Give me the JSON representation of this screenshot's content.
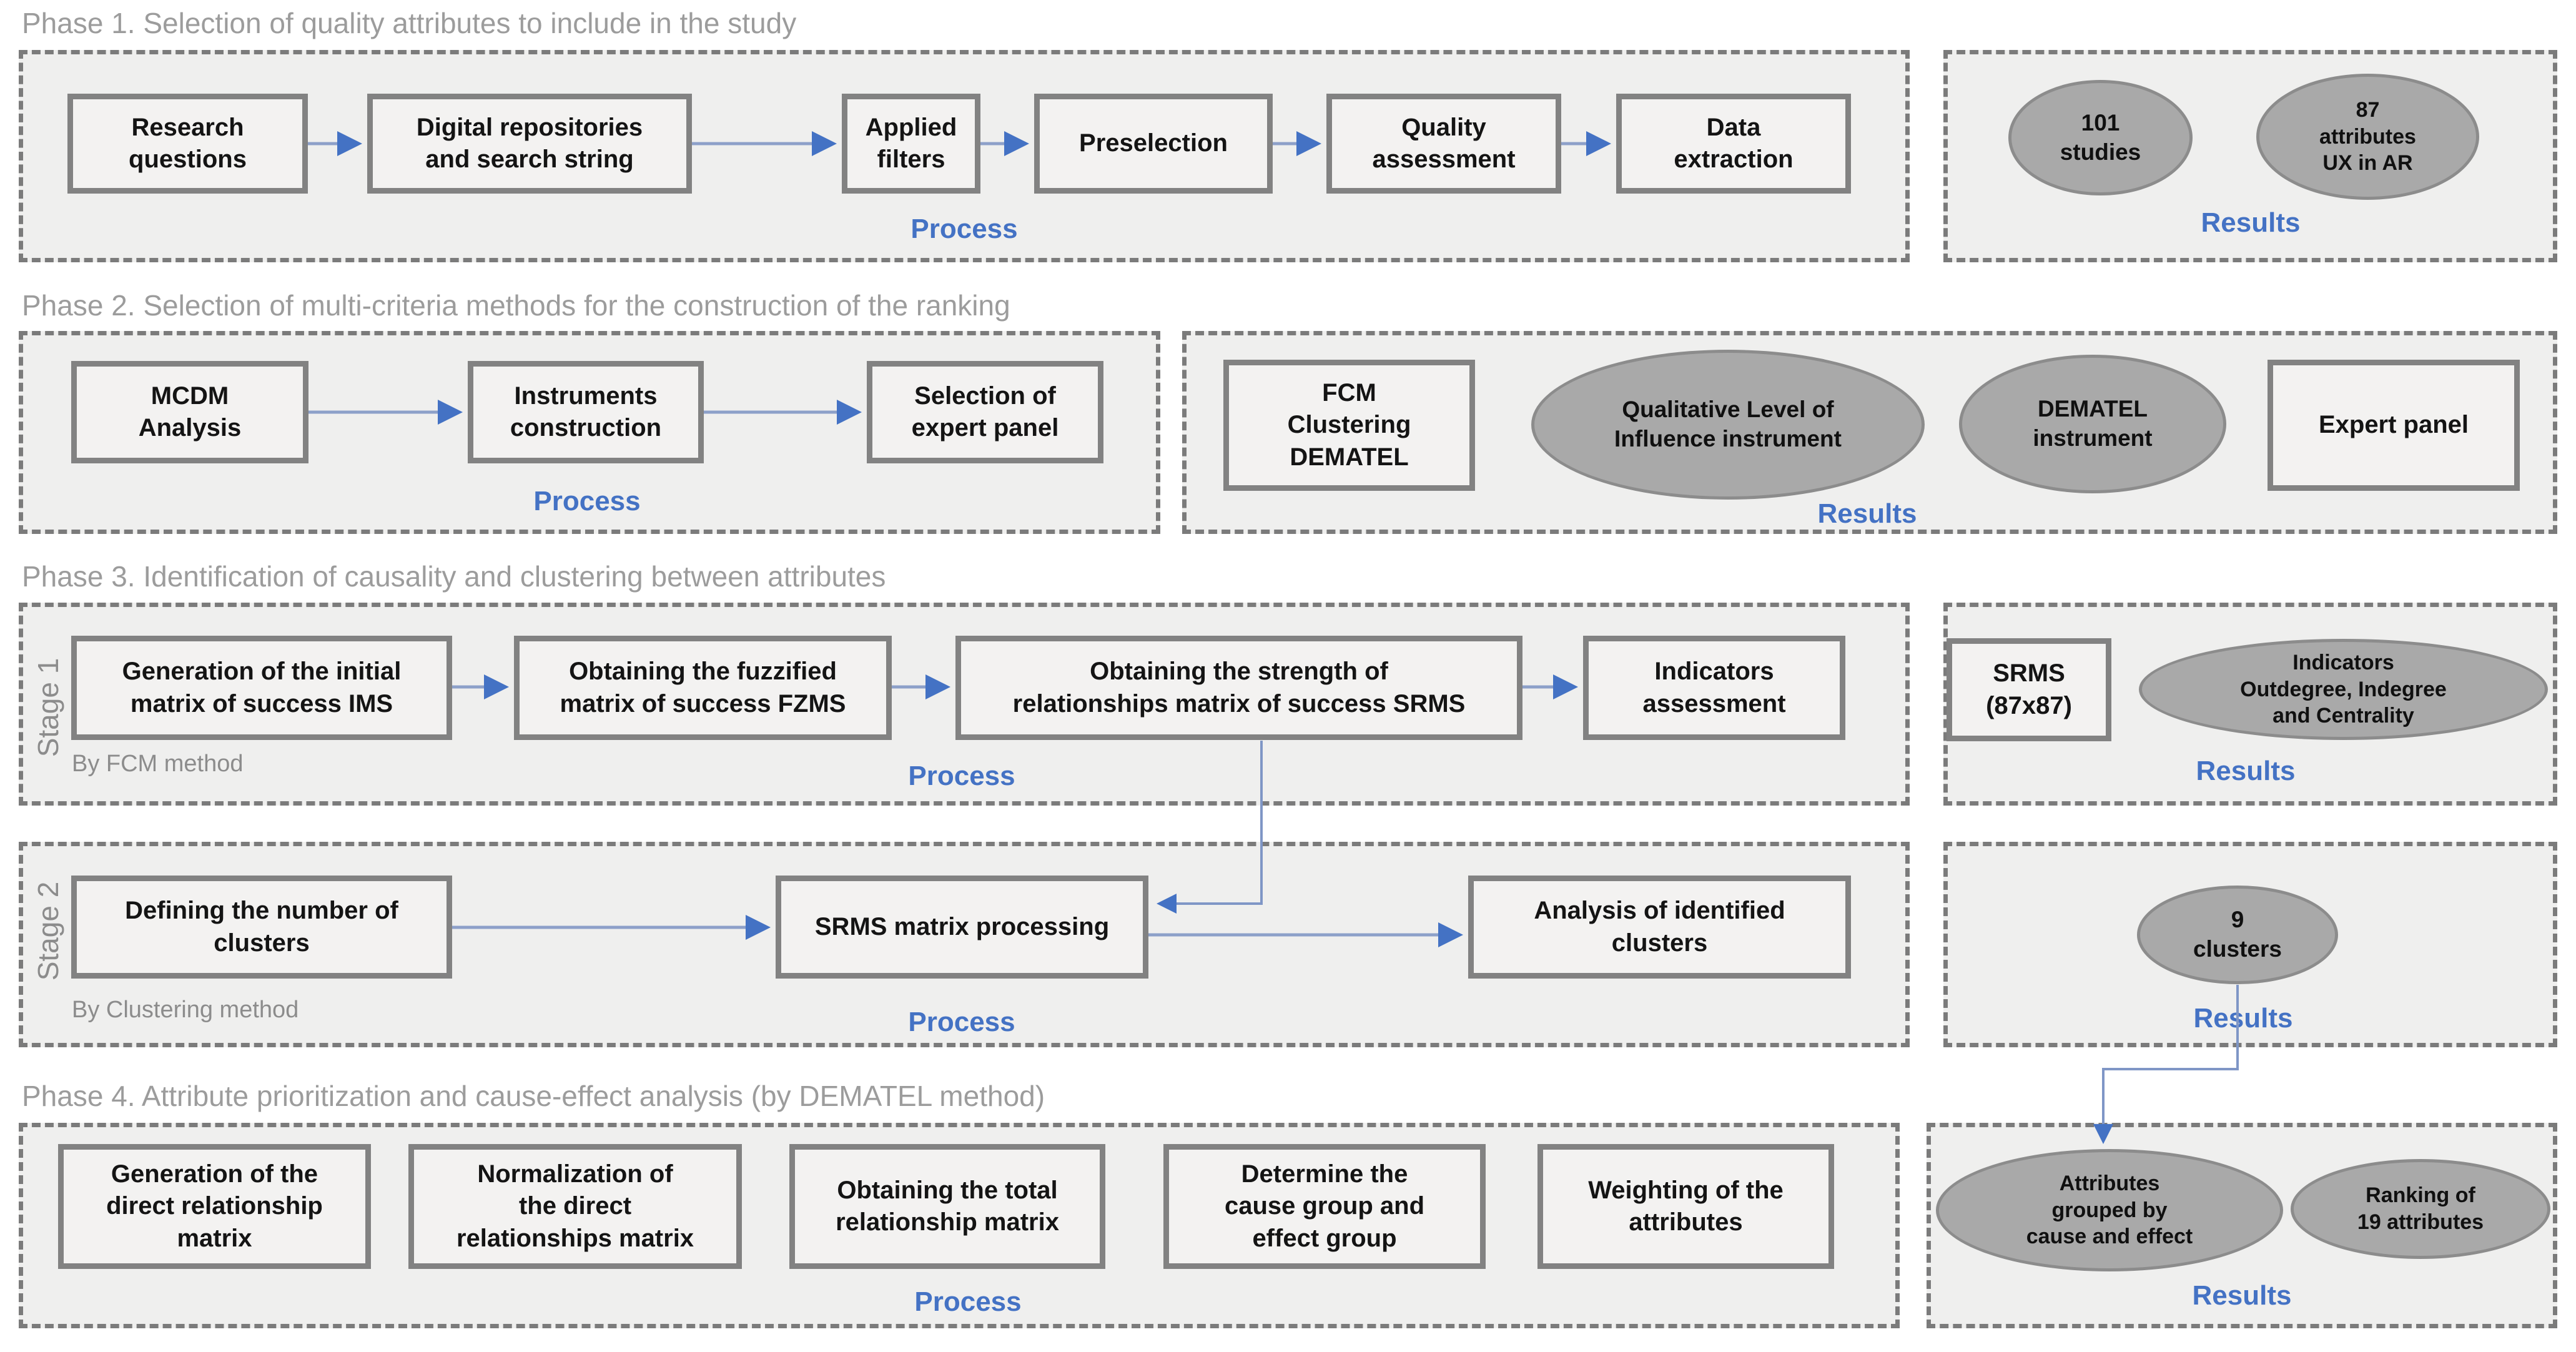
{
  "labels": {
    "process": "Process",
    "results": "Results"
  },
  "colors": {
    "accent_blue": "#4472C4",
    "arrow_shaft": "#8DA0C9",
    "panel_fill": "#EFEFEE",
    "dash_border_gray": "#7B7B7B",
    "box_border_gray": "#828282",
    "ellipse_fill": "#A9A9A9",
    "title_gray": "#9C9C9C"
  },
  "phase1": {
    "title": "Phase 1. Selection of quality attributes to include in the study",
    "boxes": [
      "Research\nquestions",
      "Digital repositories\nand search string",
      "Applied\nfilters",
      "Preselection",
      "Quality\nassessment",
      "Data\nextraction"
    ],
    "results": {
      "studies_ellipse": "101\nstudies",
      "attributes_ellipse": "87\nattributes\nUX in AR"
    }
  },
  "phase2": {
    "title": "Phase 2. Selection of multi-criteria methods for the construction of the ranking",
    "boxes": [
      "MCDM\nAnalysis",
      "Instruments\nconstruction",
      "Selection of\nexpert panel"
    ],
    "results": {
      "fcm_box": "FCM\nClustering\nDEMATEL",
      "qualitative_ellipse": "Qualitative Level of\nInfluence instrument",
      "dematel_ellipse": "DEMATEL\ninstrument",
      "expert_box": "Expert panel"
    }
  },
  "phase3": {
    "title": "Phase 3. Identification of causality and clustering between attributes",
    "stage1": {
      "label": "Stage 1",
      "method": "By FCM method",
      "boxes": [
        "Generation of the initial\nmatrix of success IMS",
        "Obtaining the fuzzified\nmatrix of success FZMS",
        "Obtaining the strength of\nrelationships matrix of success SRMS",
        "Indicators\nassessment"
      ],
      "results": {
        "srms_box": "SRMS\n(87x87)",
        "indicators_ellipse": "Indicators\nOutdegree, Indegree\nand Centrality"
      }
    },
    "stage2": {
      "label": "Stage 2",
      "method": "By Clustering method",
      "boxes": [
        "Defining the number of\nclusters",
        "SRMS matrix processing",
        "Analysis of identified\nclusters"
      ],
      "results": {
        "clusters_ellipse": "9\nclusters"
      }
    }
  },
  "phase4": {
    "title": "Phase 4. Attribute prioritization and cause-effect analysis (by DEMATEL method)",
    "boxes": [
      "Generation of the\ndirect relationship\nmatrix",
      "Normalization of\nthe direct\nrelationships matrix",
      "Obtaining the total\nrelationship matrix",
      "Determine the\ncause group and\neffect group",
      "Weighting of the\nattributes"
    ],
    "results": {
      "grouped_ellipse": "Attributes\ngrouped by\ncause and effect",
      "ranking_ellipse": "Ranking of\n19 attributes"
    }
  }
}
